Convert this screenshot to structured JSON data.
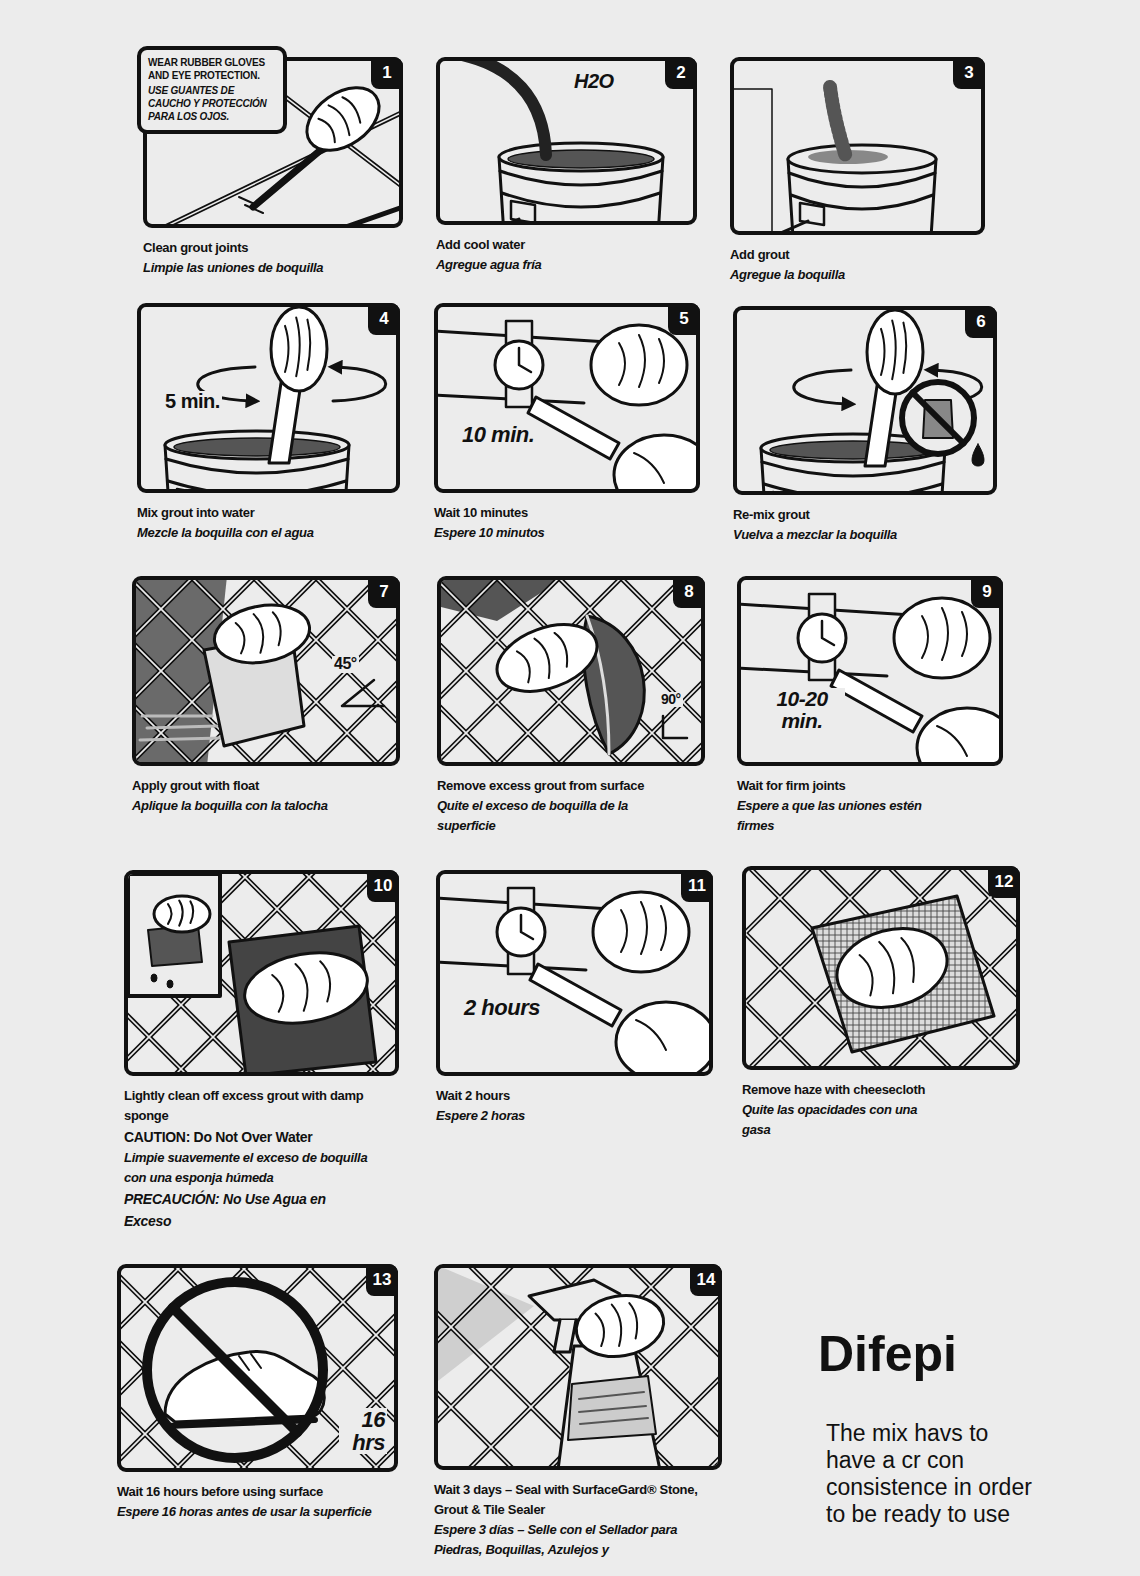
{
  "diagram": {
    "title": "Difepi",
    "nodes": [
      {
        "text": [
          "1",
          "Clean grout joints",
          "Limpie las uniones de boquilla"
        ]
      },
      {
        "text": [
          "WEAR RUBBER GLOVES AND EYE PROTECTION.",
          "USE GUANTES DE CAUCHO Y PROTECCIÓN PARA LOS OJOS."
        ],
        "in": 0
      },
      {
        "text": [
          "2",
          "H2O",
          "Add cool water",
          "Agregue agua fría"
        ]
      },
      {
        "text": [
          "3",
          "Add grout",
          "Agregue la boquilla"
        ]
      },
      {
        "text": [
          "4",
          "5 min.",
          "Mix grout into water",
          "Mezcle la boquilla con el agua"
        ]
      },
      {
        "text": [
          "5",
          "10 min.",
          "Wait 10 minutes",
          "Espere 10 minutos"
        ]
      },
      {
        "text": [
          "6",
          "Re-mix grout",
          "Vuelva a mezclar la boquilla"
        ]
      },
      {
        "text": [
          "7",
          "45°",
          "Apply grout with float",
          "Aplique la boquilla con la talocha"
        ]
      },
      {
        "text": [
          "8",
          "90°",
          "Remove excess grout from surface",
          "Quite el exceso de boquilla de la superficie"
        ]
      },
      {
        "text": [
          "9",
          "10-20 min.",
          "Wait for firm joints",
          "Espere a que las uniones estén firmes"
        ]
      },
      {
        "text": [
          "10",
          "Lightly clean off excess grout with damp sponge",
          "CAUTION: Do Not Over Water",
          "Limpie suavemente el exceso de boquilla con una esponja húmeda",
          "PRECAUCIÓN: No Use Agua en Exceso"
        ]
      },
      {
        "text": [
          "11",
          "2 hours",
          "Wait 2 hours",
          "Espere 2 horas"
        ]
      },
      {
        "text": [
          "12",
          "Remove haze with cheesecloth",
          "Quite las opacidades con una gasa"
        ]
      },
      {
        "text": [
          "13",
          "16 hrs",
          "Wait 16 hours before using surface",
          "Espere 16 horas antes de usar la superficie"
        ]
      },
      {
        "text": [
          "14",
          "Wait 3 days – Seal with SurfaceGard® Stone, Grout & Tile Sealer",
          "Espere 3 días – Selle con el Sellador para Piedras, Boquillas, Azulejos y"
        ]
      }
    ],
    "labels": [
      "The mix havs to have a cr con consistence in order to be ready to use"
    ]
  }
}
